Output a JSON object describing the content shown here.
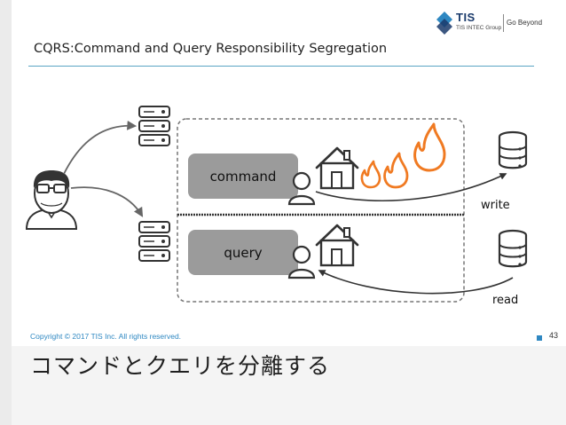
{
  "header": {
    "logo_text": "TIS",
    "logo_group": "TIS INTEC Group",
    "logo_tagline": "Go Beyond",
    "title": "CQRS:Command and Query Responsibility Segregation"
  },
  "diagram": {
    "command_label": "command",
    "query_label": "query",
    "write_label": "write",
    "read_label": "read",
    "icons": [
      "developer-icon",
      "server-icon",
      "house-icon",
      "person-icon",
      "fire-icon",
      "database-icon"
    ]
  },
  "footer": {
    "copyright": "Copyright © 2017 TIS Inc. All rights reserved.",
    "page_number": "43"
  },
  "caption": "コマンドとクエリを分離する",
  "colors": {
    "accent_blue": "#2f88c2",
    "fire_orange": "#f07a22",
    "label_box_gray": "#9b9b9b"
  }
}
